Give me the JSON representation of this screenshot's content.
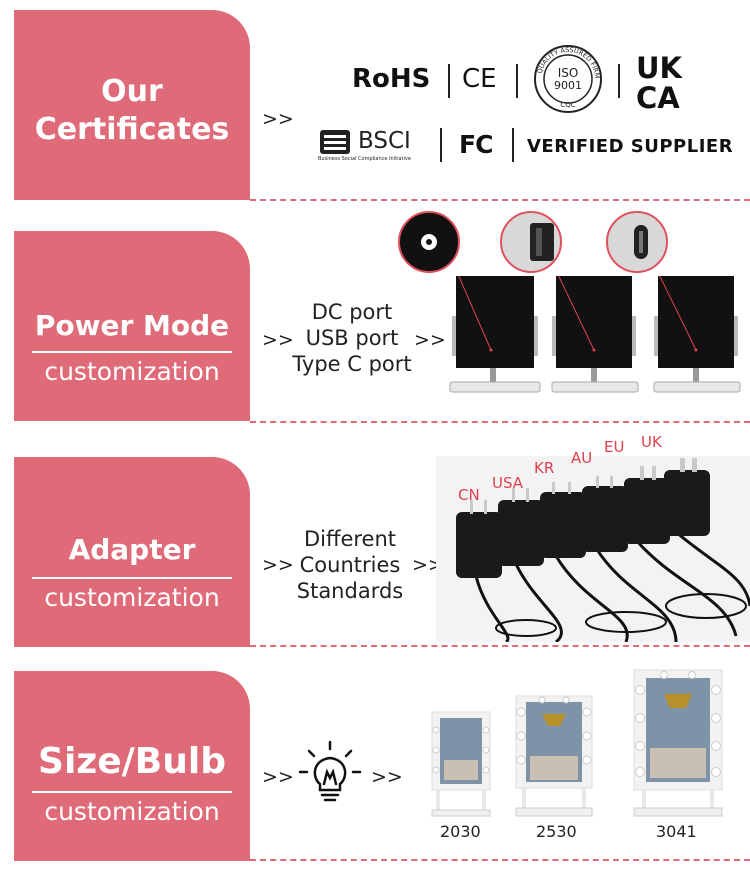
{
  "sections": {
    "certificates": {
      "title_line1": "Our",
      "title_line2": "Certificates",
      "arrow": ">>",
      "items": [
        "RoHS",
        "CE",
        "ISO 9001",
        "UK CA",
        "BSCI",
        "FC",
        "VERIFIED SUPPLIER"
      ],
      "iso_ring_text": "QUALITY ASSURED FIRM",
      "iso_bottom": "CQC",
      "bsci_caption": "Business Social Compliance Initiative"
    },
    "power": {
      "title": "Power Mode",
      "subtitle": "customization",
      "lines": [
        "DC port",
        "USB port",
        "Type C port"
      ],
      "arrow_left": ">>",
      "arrow_right": ">>"
    },
    "adapter": {
      "title": "Adapter",
      "subtitle": "customization",
      "lines": [
        "Different",
        "Countries",
        "Standards"
      ],
      "arrow_left": ">>",
      "arrow_right": ">>",
      "regions": [
        "CN",
        "USA",
        "KR",
        "AU",
        "EU",
        "UK"
      ]
    },
    "size": {
      "title": "Size/Bulb",
      "subtitle": "customization",
      "arrow_left": ">>",
      "arrow_right": ">>",
      "sizes": [
        "2030",
        "2530",
        "3041"
      ]
    }
  },
  "colors": {
    "accent": "#e06b78",
    "marker": "#e0404d"
  },
  "icons": [
    "lightbulb-icon"
  ]
}
